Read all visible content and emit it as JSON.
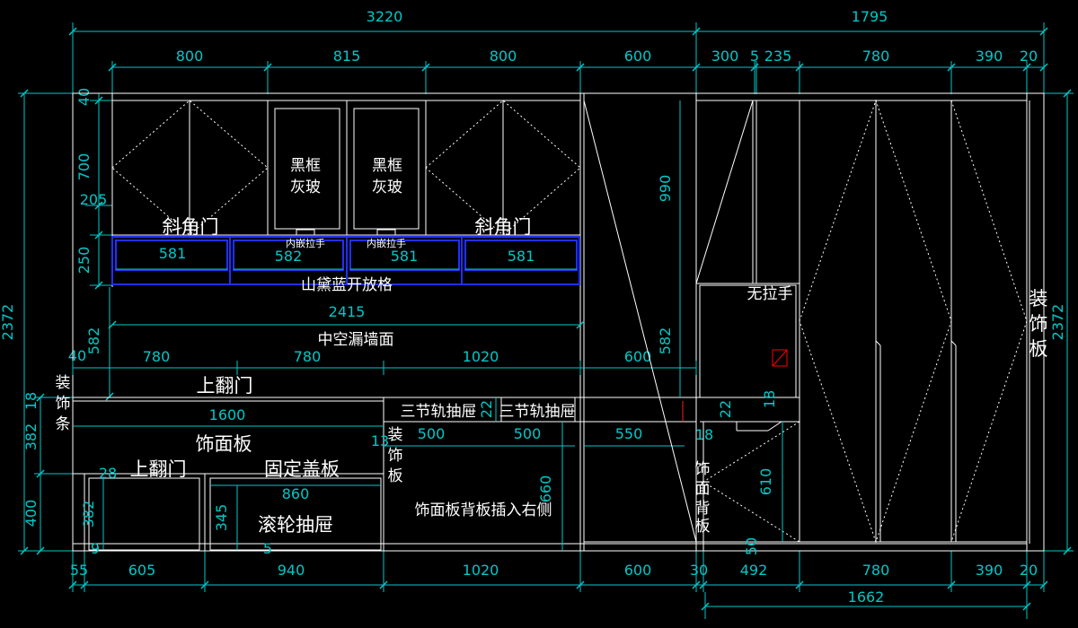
{
  "colors": {
    "background": "#000000",
    "dimension": "#00c8c8",
    "outline": "#ffffff",
    "shelf": "#2030ff",
    "marker": "#ff0000"
  },
  "dims": {
    "top_total_left": "3220",
    "top_total_right": "1795",
    "top_row": [
      "800",
      "815",
      "800",
      "600",
      "300",
      "5",
      "235",
      "780",
      "390",
      "20"
    ],
    "bottom_row": [
      "55",
      "605",
      "940",
      "1020",
      "600",
      "30",
      "492",
      "780",
      "390",
      "20"
    ],
    "bottom_total": "1662",
    "left_height_total": "2372",
    "right_height_total": "2372",
    "left_stack": [
      "40",
      "700",
      "205",
      "250",
      "582",
      "40",
      "18",
      "382",
      "400"
    ],
    "mid_row": [
      "780",
      "780",
      "1020",
      "600"
    ],
    "shelf_cells": [
      "581",
      "582",
      "581",
      "581"
    ],
    "open_shelf_width": "2415",
    "panel_1600": "1600",
    "drawer_500_a": "500",
    "drawer_500_b": "500",
    "drawer_550": "550",
    "roller_860": "860",
    "roller_345": "345",
    "left_382": "382",
    "left_28": "28",
    "left_9": "9",
    "left_5": "5",
    "dim_990": "990",
    "dim_582_right": "582",
    "dim_22_a": "22",
    "dim_22_b": "22",
    "dim_18_a": "18",
    "dim_18_b": "18",
    "dim_13": "13",
    "dim_660": "660",
    "dim_610": "610",
    "dim_50": "50"
  },
  "labels": {
    "slanted_door_left": "斜角门",
    "slanted_door_right": "斜角门",
    "glass_left_1": "黑框",
    "glass_left_2": "灰玻",
    "glass_right_1": "黑框",
    "glass_right_2": "灰玻",
    "handle_left": "内嵌拉手",
    "handle_right": "内嵌拉手",
    "open_shelf": "山黛蓝开放格",
    "hollow_wall": "中空漏墙面",
    "flip_door_top": "上翻门",
    "decor_strip": [
      "装",
      "饰",
      "条"
    ],
    "trim_panel": "饰面板",
    "flip_door_bottom": "上翻门",
    "fixed_cover": "固定盖板",
    "roller_drawer": "滚轮抽屉",
    "drawer_left": "三节轨抽屉",
    "drawer_right": "三节轨抽屉",
    "decor_panel_mid": [
      "装",
      "饰",
      "板"
    ],
    "back_panel_note": "饰面板背板插入右侧",
    "no_handle": "无拉手",
    "trim_back_panel": [
      "饰",
      "面",
      "背",
      "板"
    ],
    "decor_panel_right": [
      "装",
      "饰",
      "板"
    ]
  }
}
